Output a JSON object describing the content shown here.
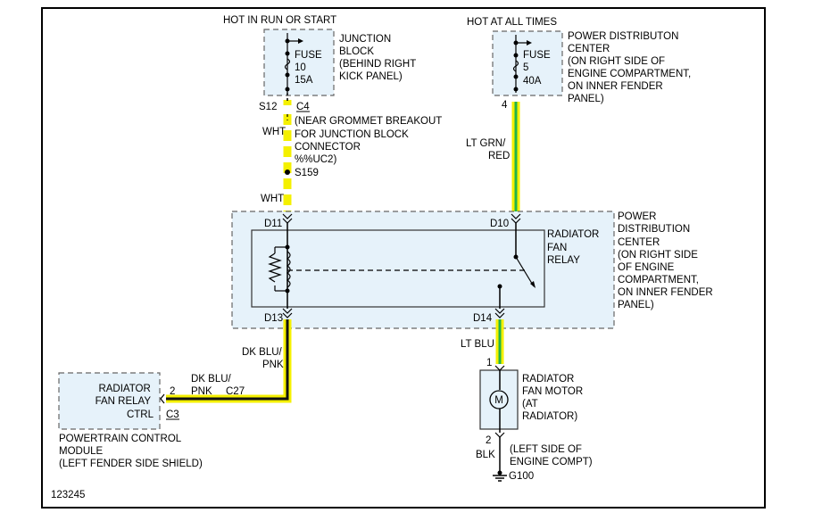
{
  "fuse10": {
    "header": "HOT IN RUN OR START",
    "fuse": "FUSE",
    "number": "10",
    "rating": "15A",
    "location": [
      "JUNCTION",
      "BLOCK",
      "(BEHIND RIGHT",
      "KICK PANEL)"
    ],
    "conn_left": "S12",
    "conn_right": "C4"
  },
  "fuse5": {
    "header": "HOT AT ALL TIMES",
    "fuse": "FUSE",
    "number": "5",
    "rating": "40A",
    "location": [
      "POWER DISTRIBUTON",
      "CENTER",
      "(ON RIGHT SIDE OF",
      "ENGINE COMPARTMENT,",
      "ON INNER FENDER",
      "PANEL)"
    ],
    "pin": "4"
  },
  "wire_wht": {
    "label_top": "WHT",
    "note": [
      "(NEAR GROMMET BREAKOUT",
      "FOR JUNCTION BLOCK",
      "CONNECTOR",
      "%%UC2)"
    ],
    "splice": "S159",
    "label_bottom": "WHT"
  },
  "wire_ltgrn": {
    "label": [
      "LT GRN/",
      "RED"
    ]
  },
  "pdc": {
    "relay_label": [
      "RADIATOR",
      "FAN",
      "RELAY"
    ],
    "location": [
      "POWER",
      "DISTRIBUTION",
      "CENTER",
      "(ON RIGHT SIDE",
      "OF ENGINE",
      "COMPARTMENT,",
      "ON INNER FENDER",
      "PANEL)"
    ],
    "pin_d11": "D11",
    "pin_d10": "D10",
    "pin_d13": "D13",
    "pin_d14": "D14"
  },
  "wire_dkblu": {
    "label_vertical": [
      "DK BLU/",
      "PNK"
    ],
    "label_horizontal": [
      "DK BLU/",
      "PNK"
    ],
    "connector": "C27"
  },
  "pcm": {
    "ctrl": [
      "RADIATOR",
      "FAN RELAY",
      "CTRL"
    ],
    "pin": "2",
    "connector": "C3",
    "name": [
      "POWERTRAIN CONTROL",
      "MODULE",
      "(LEFT FENDER SIDE SHIELD)"
    ]
  },
  "wire_ltblu": {
    "label": "LT BLU",
    "pin": "1"
  },
  "motor": {
    "symbol": "M",
    "label": [
      "RADIATOR",
      "FAN MOTOR",
      "(AT",
      "RADIATOR)"
    ],
    "pin": "2"
  },
  "ground": {
    "wire": "BLK",
    "location": [
      "(LEFT SIDE OF",
      "ENGINE COMPT)"
    ],
    "id": "G100"
  },
  "figure_id": "123245",
  "colors": {
    "yellow": "#f4f000",
    "green": "#22b24a",
    "black": "#111111",
    "box_fill": "#e6f2fa"
  }
}
